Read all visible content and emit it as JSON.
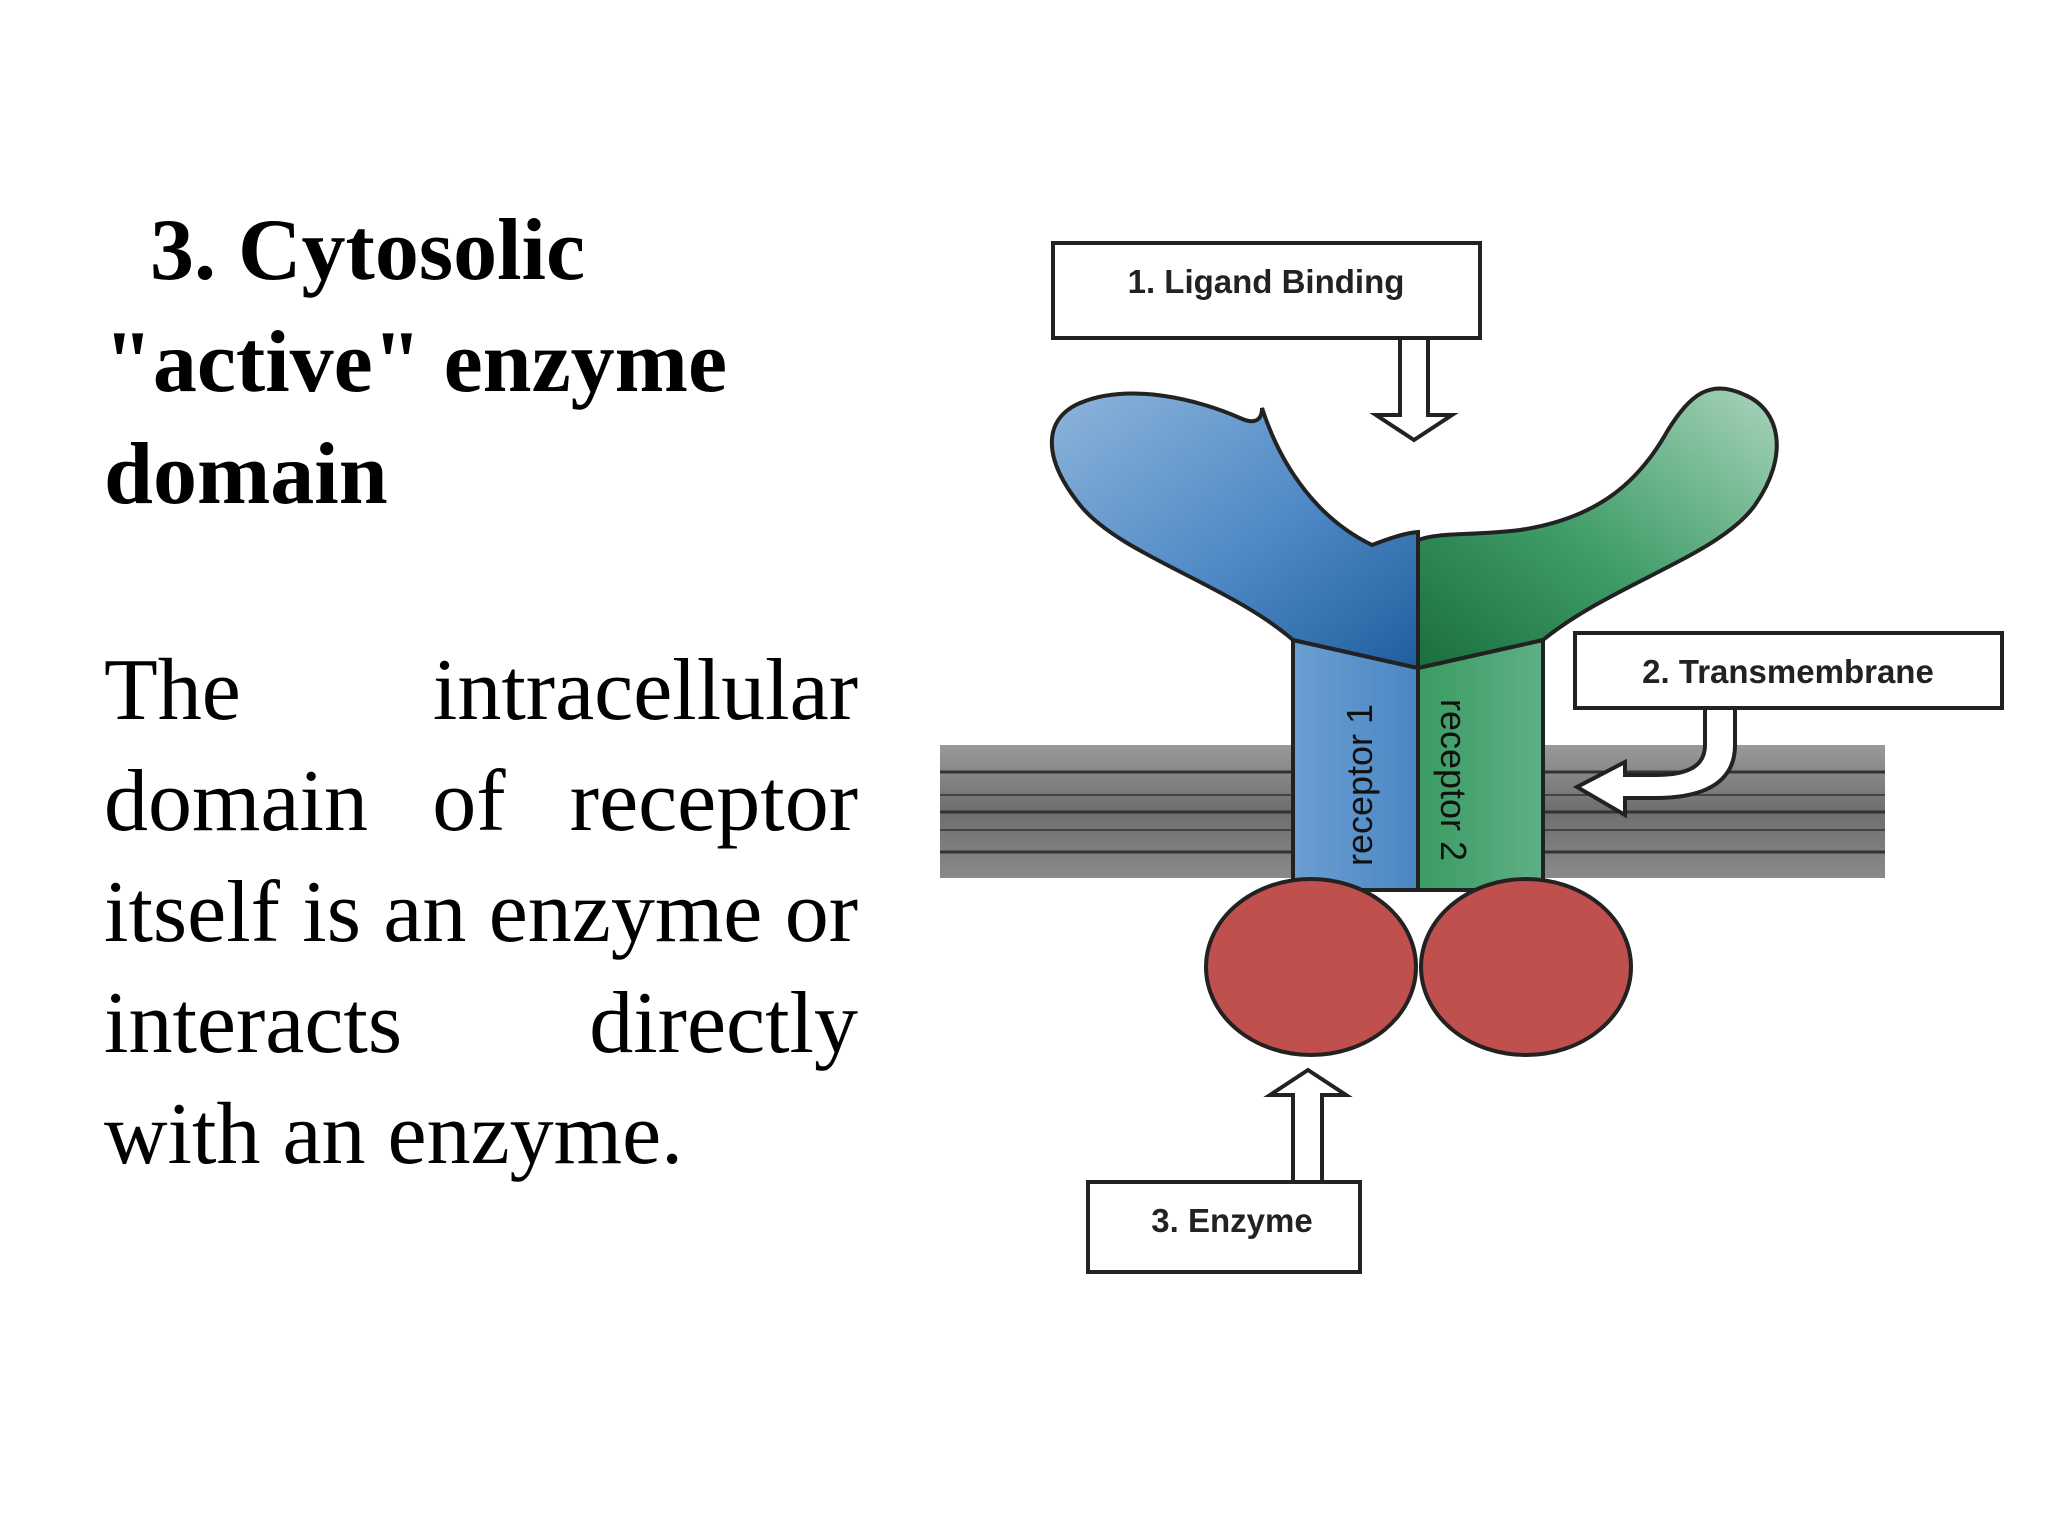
{
  "slide": {
    "heading": {
      "line1": "3. Cytosolic",
      "line2": "\"active\" enzyme",
      "line3": "domain"
    },
    "body": " The intracellular domain of receptor itself is an enzyme or interacts directly with an enzyme."
  },
  "diagram": {
    "labels": {
      "ligand_binding": "1. Ligand Binding",
      "transmembrane": "2. Transmembrane",
      "enzyme": "3. Enzyme",
      "receptor1": "receptor 1",
      "receptor2": "receptor 2"
    },
    "colors": {
      "receptor1": "#3f7ec0",
      "receptor2": "#2f8f57",
      "enzyme": "#c0504d",
      "membrane": "#7a7a7a"
    }
  }
}
